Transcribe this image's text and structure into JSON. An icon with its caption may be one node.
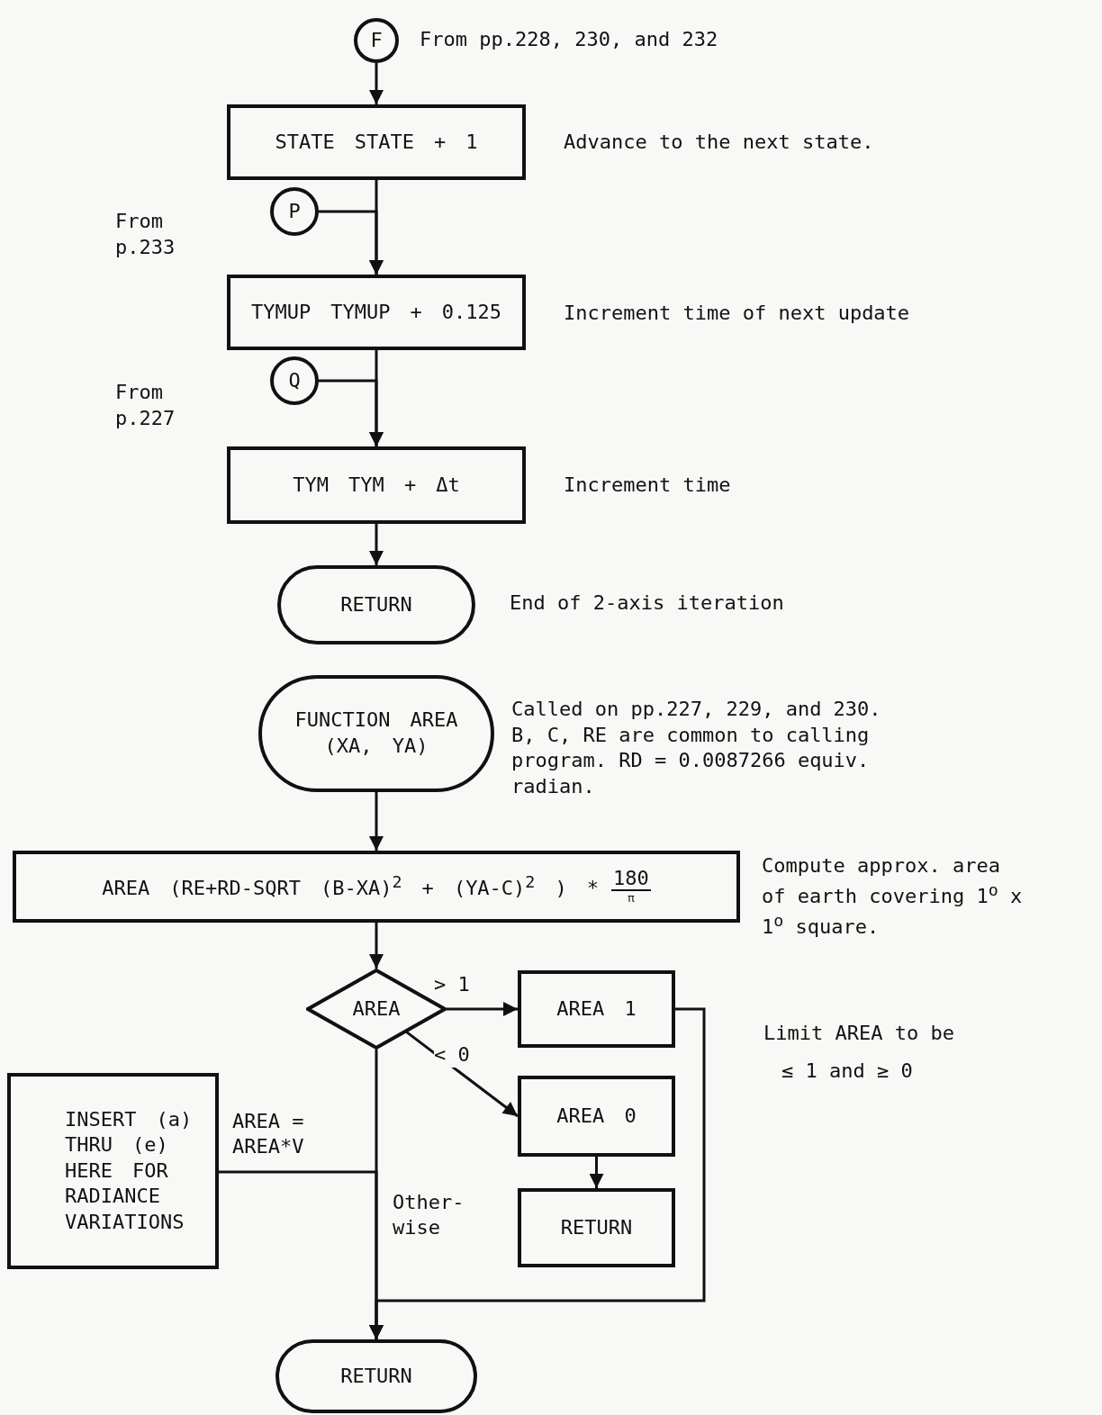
{
  "diagram": {
    "nodes": [
      {
        "text": [
          "F"
        ],
        "beside": [
          "From pp.228, 230, and 232"
        ]
      },
      {
        "text": [
          "STATE STATE + 1"
        ],
        "beside": [
          "Advance to the next state."
        ]
      },
      {
        "text": [
          "P"
        ]
      },
      {
        "text": [
          "TYMUP TYMUP + 0.125"
        ],
        "beside": [
          "Increment time of next update"
        ]
      },
      {
        "text": [
          "Q"
        ]
      },
      {
        "text": [
          "TYM TYM + Δt"
        ],
        "beside": [
          "Increment time"
        ]
      },
      {
        "text": [
          "RETURN"
        ],
        "beside": [
          "End of 2-axis iteration"
        ]
      },
      {
        "text": [
          "FUNCTION AREA (XA, YA)"
        ],
        "beside": [
          "Called on pp.227, 229, and 230. B, C, RE are common to calling program. RD = 0.0087266 equiv. radian."
        ]
      },
      {
        "text": [
          "AREA (RE+RD-SQRT (B-XA)$^{2}$ + (YA-C)$^{2}$ ) *",
          "180",
          "π"
        ],
        "beside": [
          "Compute approx. area of earth covering 1$^{o}$ x 1$^{o}$ square."
        ]
      },
      {
        "text": [
          "AREA"
        ]
      },
      {
        "text": [
          "AREA 1"
        ]
      },
      {
        "text": [
          "AREA 0"
        ]
      },
      {
        "text": [
          "RETURN"
        ]
      },
      {
        "text": [
          "INSERT (a) THRU (e) HERE FOR RADIANCE VARIATIONS"
        ]
      },
      {
        "text": [
          "RETURN"
        ]
      }
    ],
    "edges": [
      {
        "from": 0,
        "to": 1,
        "arrow": "to"
      },
      {
        "from": 1,
        "to": 3,
        "arrow": "to"
      },
      {
        "from": 2,
        "to": 3,
        "arrow": "to"
      },
      {
        "from": 3,
        "to": 5,
        "arrow": "to"
      },
      {
        "from": 4,
        "to": 5,
        "arrow": "to"
      },
      {
        "from": 5,
        "to": 6,
        "arrow": "to"
      },
      {
        "from": 7,
        "to": 8,
        "arrow": "to"
      },
      {
        "from": 8,
        "to": 9,
        "arrow": "to"
      },
      {
        "from": 9,
        "to": 10,
        "arrow": "to",
        "label": "> 1"
      },
      {
        "from": 9,
        "to": 11,
        "arrow": "to",
        "label": "< 0"
      },
      {
        "from": 11,
        "to": 12,
        "arrow": "to"
      },
      {
        "from": 10,
        "to": 14,
        "arrow": "to"
      },
      {
        "from": 13,
        "to": 14,
        "arrow": "to",
        "label": "AREA = AREA*V"
      },
      {
        "from": 9,
        "to": 14,
        "arrow": "to",
        "label": "Other- wise"
      }
    ],
    "labels": [
      "From p.233",
      "From p.227",
      "Limit AREA to be",
      "≤ 1 and ≥ 0"
    ]
  }
}
